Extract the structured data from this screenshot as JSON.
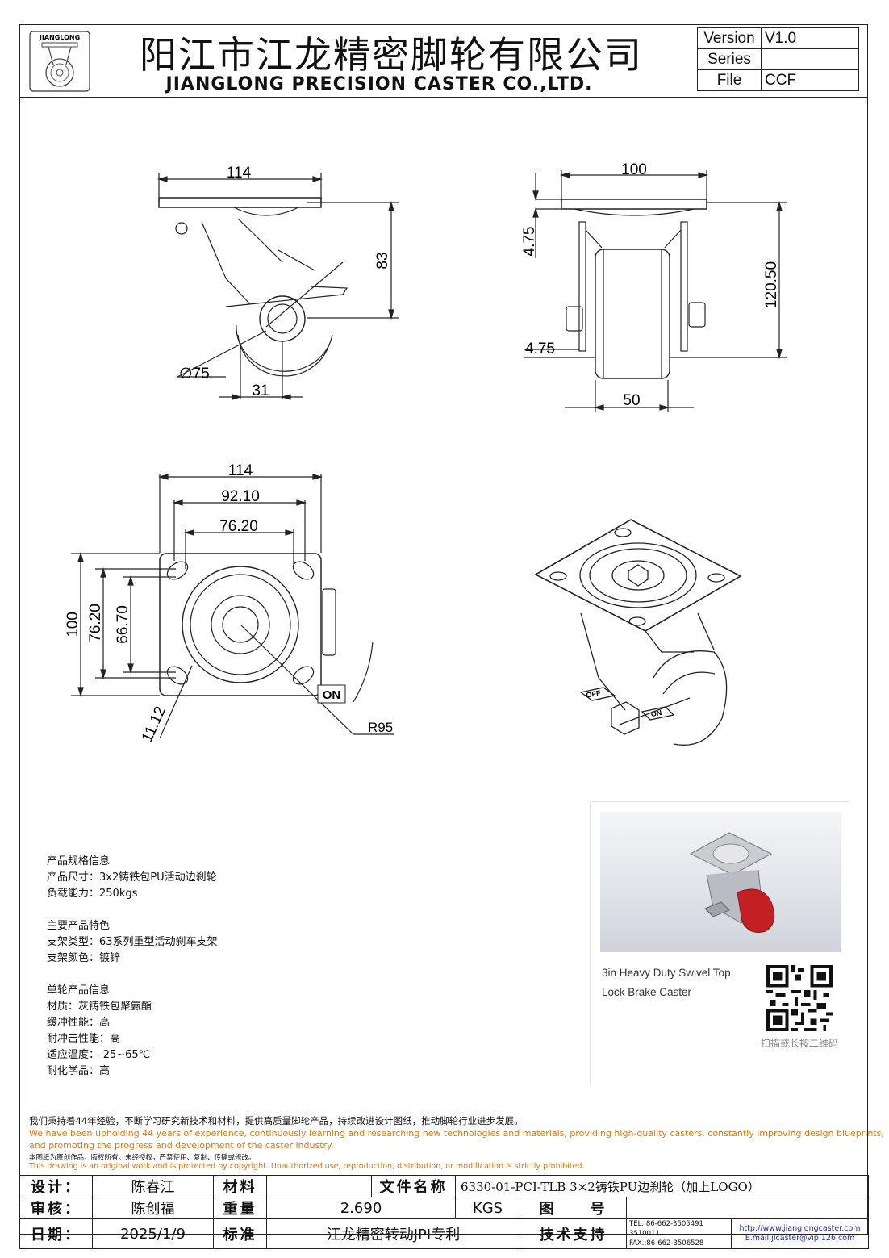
{
  "header": {
    "logo_text": "JIANGLONG",
    "company_cn": "阳江市江龙精密脚轮有限公司",
    "company_en": "JIANGLONG PRECISION CASTER CO.,LTD.",
    "meta": [
      {
        "key": "Version",
        "value": "V1.0"
      },
      {
        "key": "Series",
        "value": ""
      },
      {
        "key": "File",
        "value": "CCF"
      }
    ]
  },
  "dimensions": {
    "side_width": "114",
    "side_height": "83",
    "wheel_dia": "∅75",
    "offset": "31",
    "front_width": "100",
    "front_top": "4.75",
    "front_height": "120.50",
    "front_side": "4.75",
    "wheel_width": "50",
    "plate_width": "114",
    "hole_span_outer": "92.10",
    "hole_span_inner": "76.20",
    "plate_height": "100",
    "hole_v_outer": "76.20",
    "hole_v_inner": "66.70",
    "hole_dia": "11.12",
    "swivel_radius": "R95",
    "brake_on": "ON",
    "brake_off": "OFF"
  },
  "specs": {
    "section1_title": "产品规格信息",
    "size": "产品尺寸：3x2铸铁包PU活动边刹轮",
    "load": "负载能力：250kgs",
    "section2_title": "主要产品特色",
    "bracket_type": "支架类型：63系列重型活动刹车支架",
    "bracket_color": "支架颜色：镀锌",
    "section3_title": "单轮产品信息",
    "material": "材质：灰铸铁包聚氨酯",
    "cushion": "缓冲性能：高",
    "impact": "耐冲击性能：高",
    "temperature": "适应温度：-25~65℃",
    "chemical": "耐化学品：高"
  },
  "card": {
    "product_name_line1": "3in Heavy Duty Swivel Top",
    "product_name_line2": "Lock Brake Caster",
    "scan_hint": "扫描或长按二维码"
  },
  "notes": {
    "cn_mission": "我们秉持着44年经验，不断学习研究新技术和材料，提供高质量脚轮产品，持续改进设计图纸，推动脚轮行业进步发展。",
    "en_mission_1": "We have been upholding 44 years of experience, continuously learning and researching new technologies and materials, providing high-quality casters, constantly improving design blueprints,",
    "en_mission_2": "and promoting the progress and development of the caster industry.",
    "cn_copyright": "本图纸为原创作品，版权所有。未经授权，严禁使用、复制、传播或修改。",
    "en_copyright": "This drawing is an original work and is protected by copyright. Unauthorized use, reproduction, distribution, or modification is strictly prohibited.",
    "accent_color": "#e8750a"
  },
  "title_block": {
    "design_label": "设计：",
    "designer": "陈春江",
    "material_label": "材料",
    "material_value": "",
    "filename_label": "文件名称",
    "filename": "6330-01-PCI-TLB 3×2铸铁PU边刹轮（加上LOGO）",
    "review_label": "审核：",
    "reviewer": "陈创福",
    "weight_label": "重量",
    "weight": "2.690",
    "weight_unit": "KGS",
    "drawing_label": "图　　号",
    "drawing_no": "",
    "date_label": "日期：",
    "date": "2025/1/9",
    "standard_label": "标准",
    "standard": "江龙精密转动JPI专利",
    "support_label": "技术支持",
    "tel": "TEL.:86-662-3505491 3510011",
    "fax": "FAX.:86-662-3506528",
    "web": "http://www.jianglongcaster.com",
    "email": "E.mail:jlcaster@vip.126.com"
  }
}
